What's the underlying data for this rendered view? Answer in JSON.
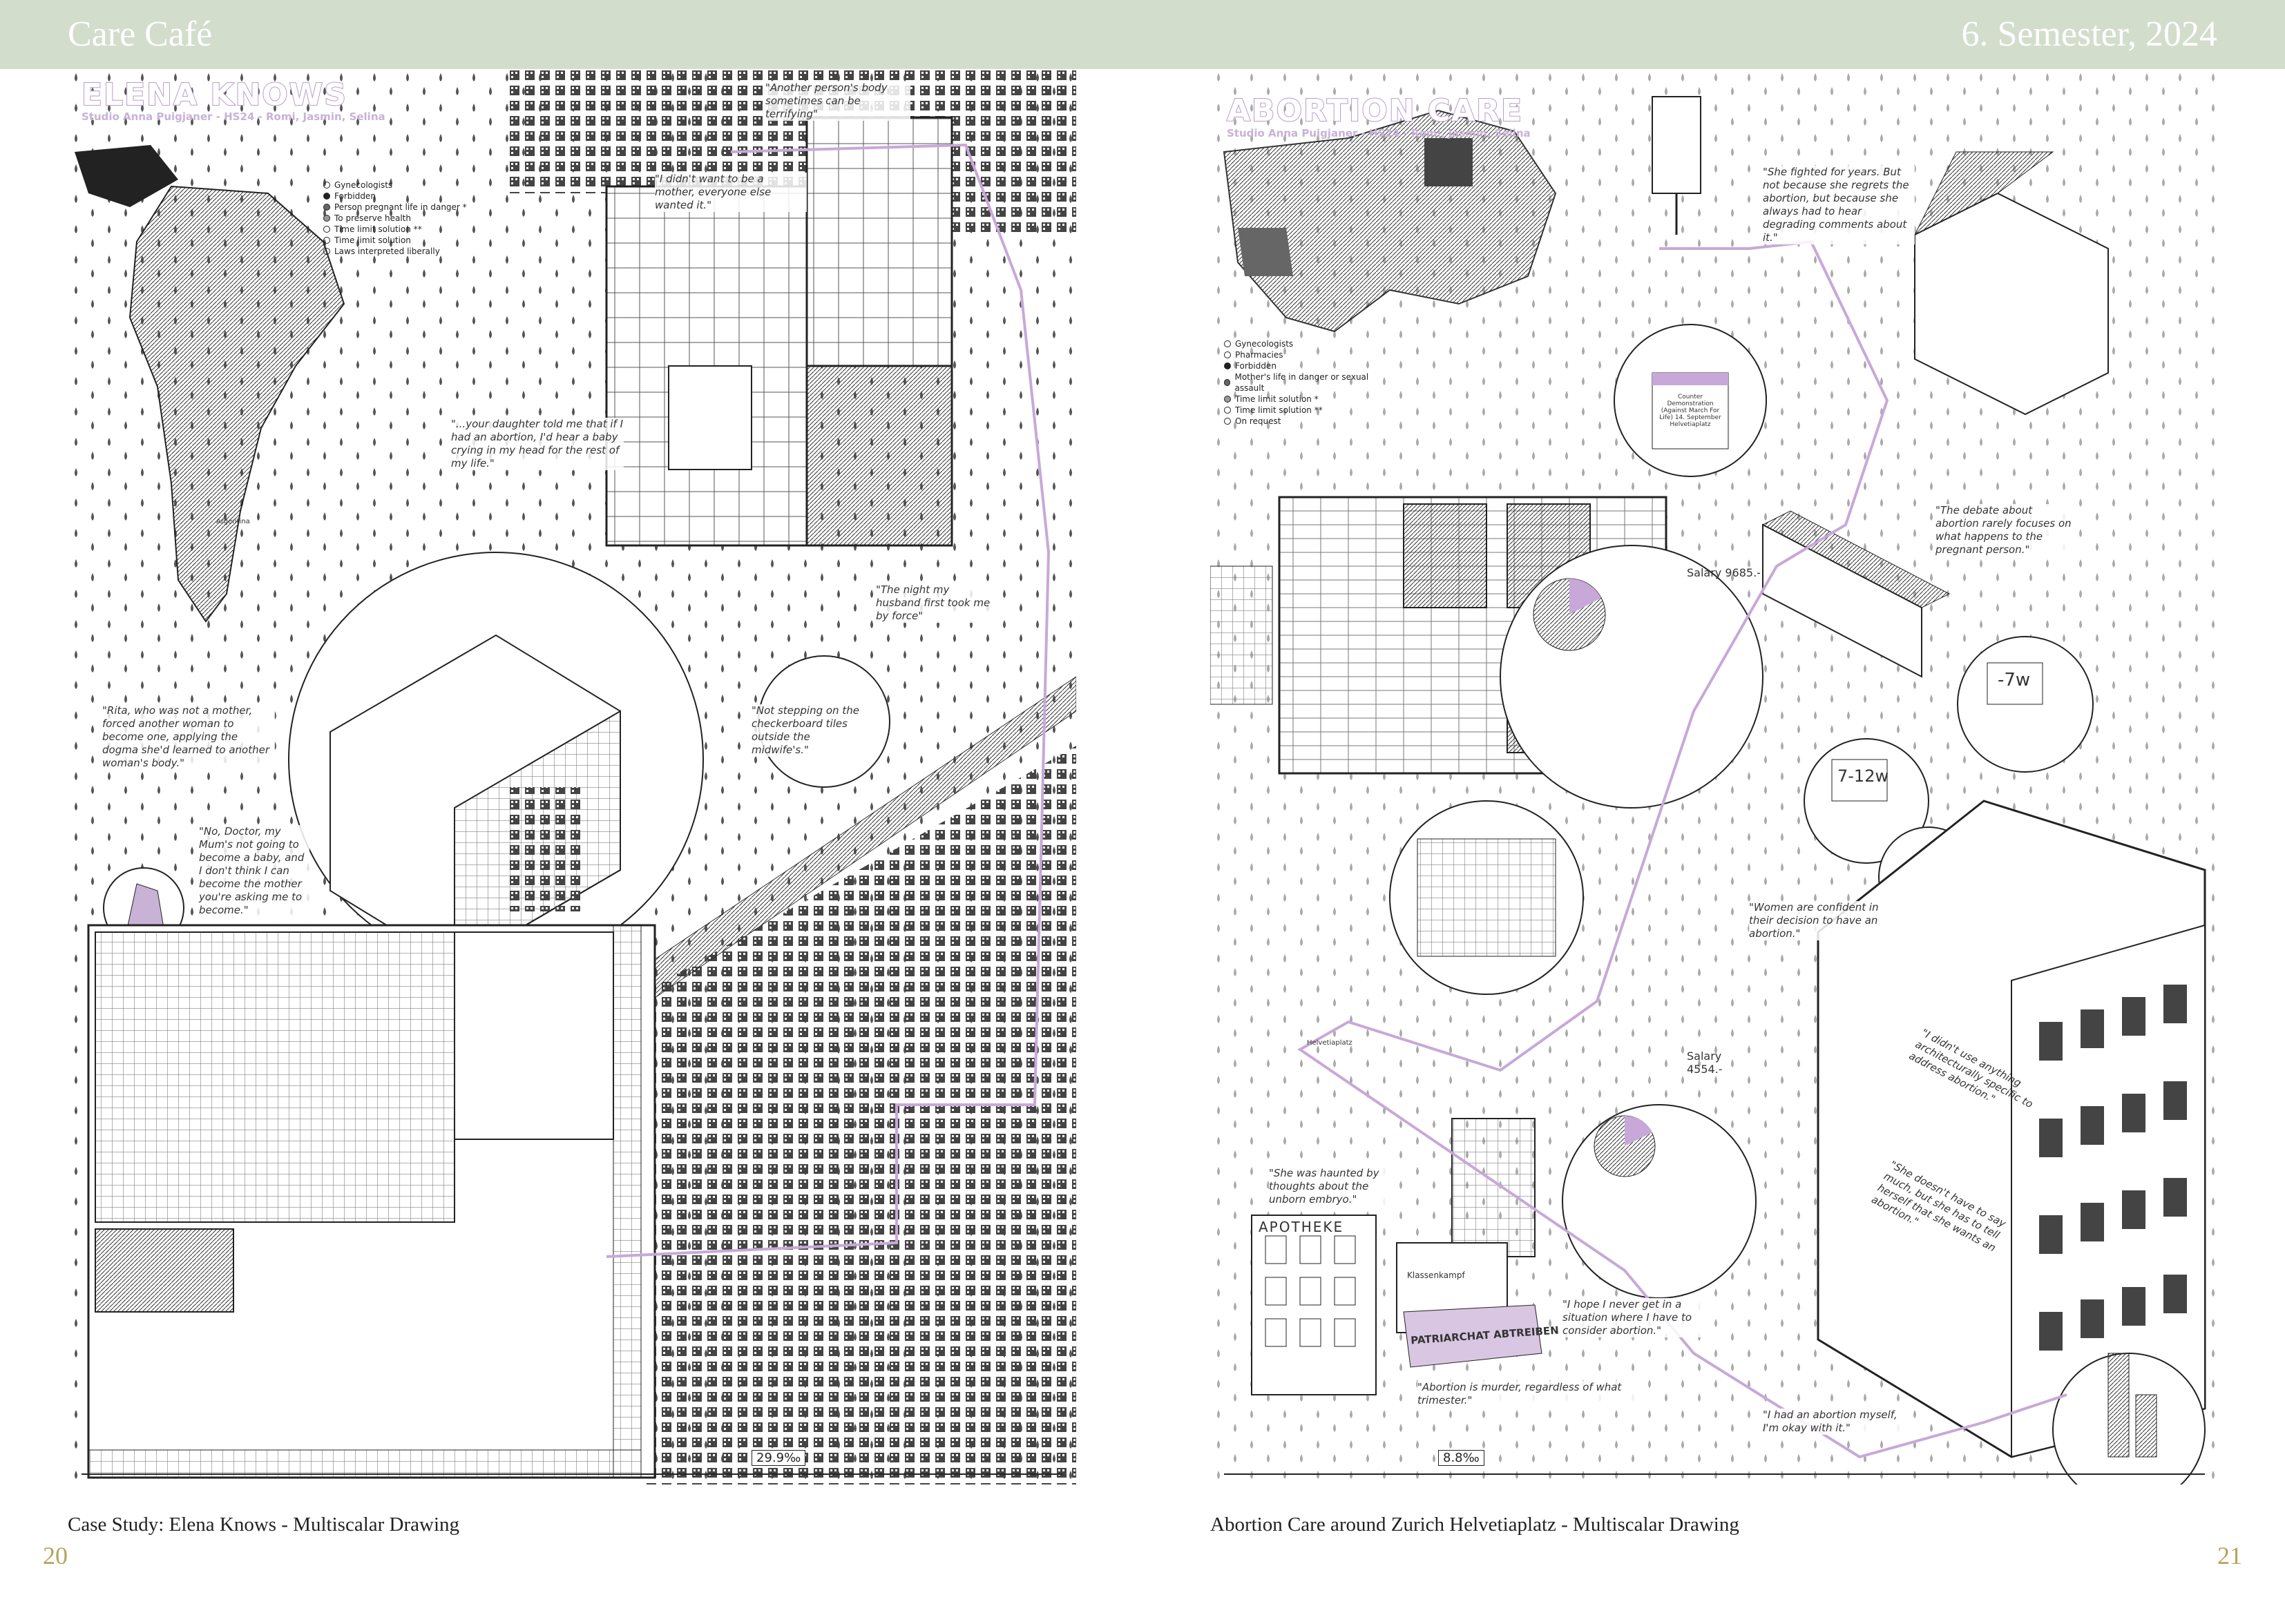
{
  "header": {
    "left_title": "Care Café",
    "right_title": "6. Semester, 2024"
  },
  "colors": {
    "header_bg": "#d3ddcc",
    "accent_purple": "#b89ccc",
    "page_number": "#b5a35e"
  },
  "left_page": {
    "title": "ELENA KNOWS",
    "subtitle": "Studio Anna Puigjaner - HS24 - Romi, Jasmin, Selina",
    "legend": [
      "Gynecologists",
      "Forbidden",
      "Person pregnant life in danger *",
      "To preserve health",
      "Time limit solution **",
      "Time limit solution",
      "Laws interpreted liberally"
    ],
    "map_label": "Argentina",
    "quotes": [
      "\"Another person's body sometimes can be terrifying\"",
      "\"I didn't want to be a mother, everyone else wanted it.\"",
      "\"...your daughter told me that if I had an abortion, I'd hear a baby crying in my head for the rest of my life.\"",
      "\"The night my husband first took me by force\"",
      "\"Rita, who was not a mother, forced another woman to become one, applying the dogma she'd learned to another woman's body.\"",
      "\"Not stepping on the checkerboard tiles outside the midwife's.\"",
      "\"No, Doctor, my Mum's not going to become a baby, and I don't think I can become the mother you're asking me to become.\""
    ],
    "scale": "29.9‰",
    "caption": "Case Study: Elena Knows - Multiscalar Drawing",
    "page_number": "20"
  },
  "right_page": {
    "title": "ABORTION CARE",
    "subtitle": "Studio Anna Puigjaner - HS24 - Romi, Jasmin, Selina",
    "legend": [
      "Gynecologists",
      "Pharmacies",
      "Forbidden",
      "Mother's life in danger or sexual assault",
      "Time limit solution *",
      "Time limit solution **",
      "On request"
    ],
    "quotes": [
      "\"She fighted for years. But not because she regrets the abortion, but because she always had to hear degrading comments about it.\"",
      "\"The debate about abortion rarely focuses on what happens to the pregnant person.\"",
      "\"Women are confident in their decision to have an abortion.\"",
      "\"She was haunted by thoughts about the unborn embryo.\"",
      "\"I hope I never get in a situation where I have to consider abortion.\"",
      "\"Abortion is murder, regardless of what trimester.\"",
      "\"I had an abortion myself, I'm okay with it.\"",
      "\"I didn't use anything architecturally specific to address abortion.\"",
      "\"She doesn't have to say much, but she has to tell herself that she wants an abortion.\""
    ],
    "salary_1": "Salary 9685.-",
    "salary_2": "Salary 4554.-",
    "sign_week_1": "-7w",
    "sign_week_2": "7-12w",
    "demo_sign": "Counter Demonstration (Against March For Life) 14. September Helvetiaplatz",
    "pharmacy": "APOTHEKE",
    "protest_1": "PATRIARCHAT ABTREIBEN",
    "protest_2": "Klassenkampf",
    "street": "Helvetiaplatz",
    "scale": "8.8‰",
    "caption": "Abortion Care around Zurich Helvetiaplatz - Multiscalar Drawing",
    "page_number": "21"
  }
}
